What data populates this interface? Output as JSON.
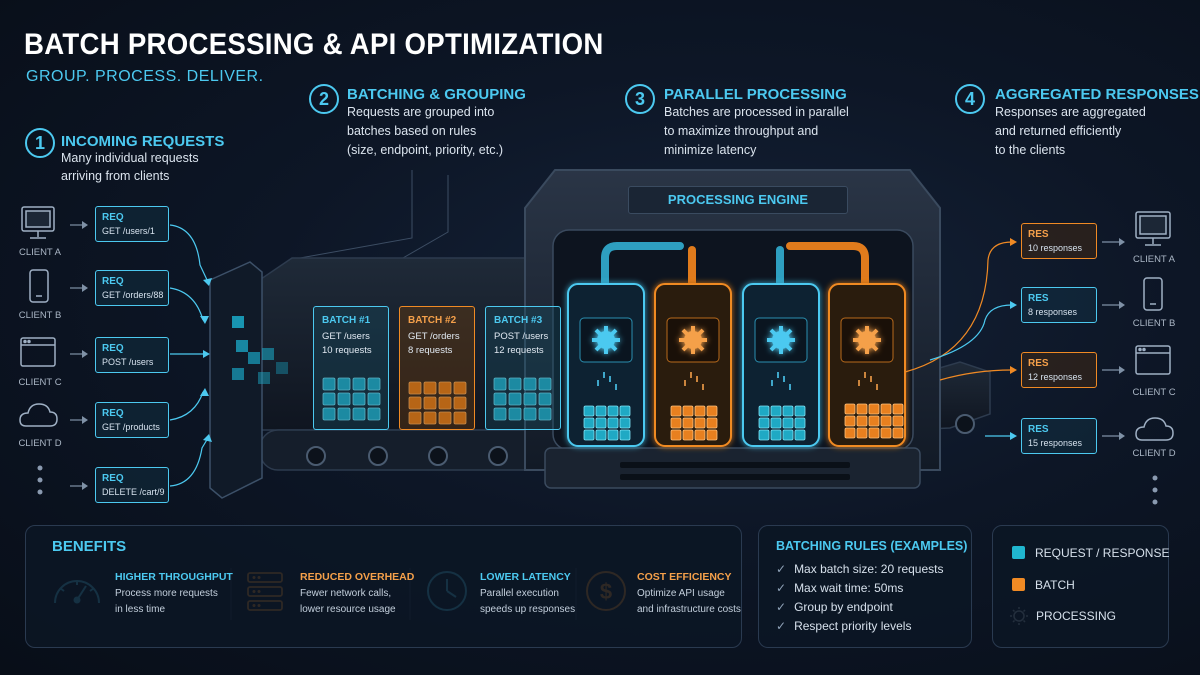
{
  "header": {
    "title": "BATCH PROCESSING & API OPTIMIZATION",
    "subtitle": "GROUP. PROCESS. DELIVER."
  },
  "steps": [
    {
      "num": "1",
      "title": "INCOMING REQUESTS",
      "desc": [
        "Many individual requests",
        "arriving from clients"
      ]
    },
    {
      "num": "2",
      "title": "BATCHING & GROUPING",
      "desc": [
        "Requests are grouped into",
        "batches based on rules",
        "(size, endpoint, priority, etc.)"
      ]
    },
    {
      "num": "3",
      "title": "PARALLEL PROCESSING",
      "desc": [
        "Batches are processed in parallel",
        "to maximize throughput and",
        "minimize latency"
      ]
    },
    {
      "num": "4",
      "title": "AGGREGATED RESPONSES",
      "desc": [
        "Responses are aggregated",
        "and returned efficiently",
        "to the clients"
      ]
    }
  ],
  "clients_left": [
    {
      "label": "CLIENT A",
      "icon": "monitor-icon"
    },
    {
      "label": "CLIENT B",
      "icon": "phone-icon"
    },
    {
      "label": "CLIENT C",
      "icon": "browser-icon"
    },
    {
      "label": "CLIENT D",
      "icon": "cloud-icon"
    }
  ],
  "requests": [
    {
      "head": "REQ",
      "path": "GET /users/1"
    },
    {
      "head": "REQ",
      "path": "GET /orders/88"
    },
    {
      "head": "REQ",
      "path": "POST /users"
    },
    {
      "head": "REQ",
      "path": "GET /products"
    },
    {
      "head": "REQ",
      "path": "DELETE /cart/9"
    }
  ],
  "batches": [
    {
      "name": "BATCH #1",
      "endpoint": "GET /users",
      "count": "10 requests",
      "color": "cyan"
    },
    {
      "name": "BATCH #2",
      "endpoint": "GET /orders",
      "count": "8 requests",
      "color": "orange"
    },
    {
      "name": "BATCH #3",
      "endpoint": "POST /users",
      "count": "12 requests",
      "color": "cyan"
    }
  ],
  "engine": {
    "label": "PROCESSING ENGINE"
  },
  "responses": [
    {
      "head": "RES",
      "count": "10 responses",
      "color": "orange"
    },
    {
      "head": "RES",
      "count": "8 responses",
      "color": "cyan"
    },
    {
      "head": "RES",
      "count": "12 responses",
      "color": "orange"
    },
    {
      "head": "RES",
      "count": "15 responses",
      "color": "cyan"
    }
  ],
  "clients_right": [
    {
      "label": "CLIENT A",
      "icon": "monitor-icon"
    },
    {
      "label": "CLIENT B",
      "icon": "phone-icon"
    },
    {
      "label": "CLIENT C",
      "icon": "browser-icon"
    },
    {
      "label": "CLIENT D",
      "icon": "cloud-icon"
    }
  ],
  "benefits": {
    "title": "BENEFITS",
    "items": [
      {
        "title": "HIGHER THROUGHPUT",
        "desc": [
          "Process more requests",
          "in less time"
        ],
        "icon": "speedometer-icon",
        "color": "cyan"
      },
      {
        "title": "REDUCED OVERHEAD",
        "desc": [
          "Fewer network calls,",
          "lower resource usage"
        ],
        "icon": "server-stack-icon",
        "color": "orange"
      },
      {
        "title": "LOWER LATENCY",
        "desc": [
          "Parallel execution",
          "speeds up responses"
        ],
        "icon": "clock-icon",
        "color": "cyan"
      },
      {
        "title": "COST EFFICIENCY",
        "desc": [
          "Optimize API usage",
          "and infrastructure costs"
        ],
        "icon": "dollar-icon",
        "color": "orange"
      }
    ]
  },
  "rules": {
    "title": "BATCHING RULES (EXAMPLES)",
    "items": [
      "Max batch size: 20 requests",
      "Max wait time: 50ms",
      "Group by endpoint",
      "Respect priority levels"
    ]
  },
  "legend": {
    "items": [
      {
        "label": "REQUEST / RESPONSE",
        "kind": "swatch",
        "color": "#20b6cf"
      },
      {
        "label": "BATCH",
        "kind": "swatch",
        "color": "#f08a24"
      },
      {
        "label": "PROCESSING",
        "kind": "gear-icon",
        "color": "#aab6c5"
      }
    ]
  },
  "colors": {
    "cyan": "#4cc9f0",
    "orange": "#f08a24",
    "background": "#0b1220"
  }
}
